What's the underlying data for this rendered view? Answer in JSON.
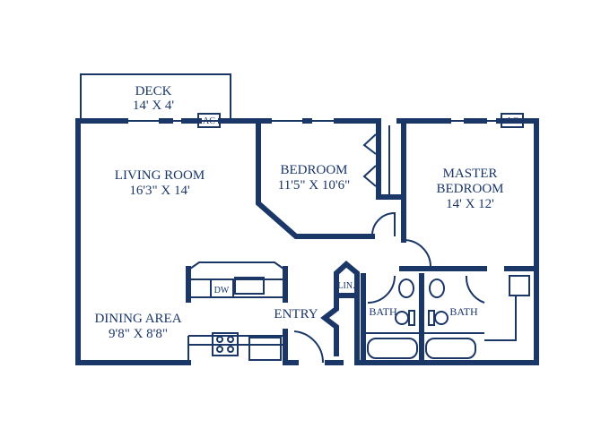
{
  "plan": {
    "color": "#1b3768",
    "rooms": {
      "deck": {
        "name": "DECK",
        "size": "14' X 4'"
      },
      "living": {
        "name": "LIVING ROOM",
        "size": "16'3\" X 14'"
      },
      "bedroom": {
        "name": "BEDROOM",
        "size": "11'5\" X 10'6\""
      },
      "master": {
        "name1": "MASTER",
        "name2": "BEDROOM",
        "size": "14' X 12'"
      },
      "dining": {
        "name": "DINING AREA",
        "size": "9'8\" X 8'8\""
      },
      "entry": {
        "name": "ENTRY"
      },
      "linen": {
        "name": "LIN."
      },
      "bath1": {
        "name": "BATH"
      },
      "bath2": {
        "name": "BATH"
      }
    },
    "fixtures": {
      "ac1": "AC",
      "ac2": "AC",
      "dw": "DW"
    }
  }
}
